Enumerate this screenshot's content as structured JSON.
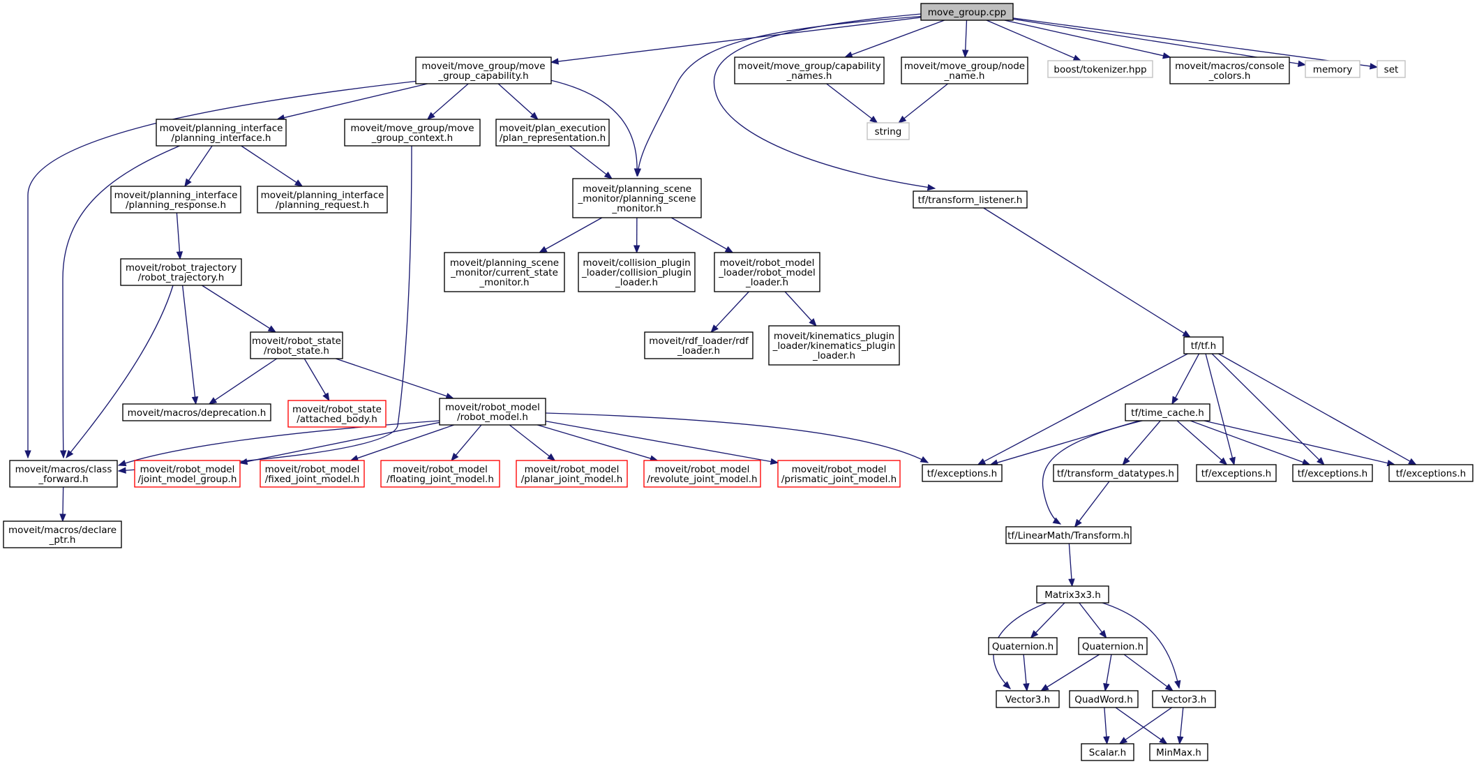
{
  "colors": {
    "edge": "#191970",
    "node_border_default": "#000000",
    "node_border_missing": "#bfbfbf",
    "node_border_truncated": "#ff0000",
    "root_fill": "#bfbfbf",
    "node_fill": "#ffffff"
  },
  "nodes": [
    {
      "id": "move_group_cpp",
      "lines": [
        "move_group.cpp"
      ],
      "style": "root"
    },
    {
      "id": "move_group_capability_h",
      "lines": [
        "moveit/move_group/move",
        "_group_capability.h"
      ],
      "style": "normal"
    },
    {
      "id": "capability_names_h",
      "lines": [
        "moveit/move_group/capability",
        "_names.h"
      ],
      "style": "normal"
    },
    {
      "id": "node_name_h",
      "lines": [
        "moveit/move_group/node",
        "_name.h"
      ],
      "style": "normal"
    },
    {
      "id": "boost_tokenizer_hpp",
      "lines": [
        "boost/tokenizer.hpp"
      ],
      "style": "missing"
    },
    {
      "id": "console_colors_h",
      "lines": [
        "moveit/macros/console",
        "_colors.h"
      ],
      "style": "normal"
    },
    {
      "id": "memory",
      "lines": [
        "memory"
      ],
      "style": "missing"
    },
    {
      "id": "set",
      "lines": [
        "set"
      ],
      "style": "missing"
    },
    {
      "id": "string",
      "lines": [
        "string"
      ],
      "style": "missing"
    },
    {
      "id": "planning_interface_h",
      "lines": [
        "moveit/planning_interface",
        "/planning_interface.h"
      ],
      "style": "normal"
    },
    {
      "id": "move_group_context_h",
      "lines": [
        "moveit/move_group/move",
        "_group_context.h"
      ],
      "style": "normal"
    },
    {
      "id": "plan_representation_h",
      "lines": [
        "moveit/plan_execution",
        "/plan_representation.h"
      ],
      "style": "normal"
    },
    {
      "id": "planning_scene_monitor_h",
      "lines": [
        "moveit/planning_scene",
        "_monitor/planning_scene",
        "_monitor.h"
      ],
      "style": "normal"
    },
    {
      "id": "transform_listener_h",
      "lines": [
        "tf/transform_listener.h"
      ],
      "style": "normal"
    },
    {
      "id": "planning_response_h",
      "lines": [
        "moveit/planning_interface",
        "/planning_response.h"
      ],
      "style": "normal"
    },
    {
      "id": "planning_request_h",
      "lines": [
        "moveit/planning_interface",
        "/planning_request.h"
      ],
      "style": "normal"
    },
    {
      "id": "robot_trajectory_h",
      "lines": [
        "moveit/robot_trajectory",
        "/robot_trajectory.h"
      ],
      "style": "normal"
    },
    {
      "id": "current_state_monitor_h",
      "lines": [
        "moveit/planning_scene",
        "_monitor/current_state",
        "_monitor.h"
      ],
      "style": "normal"
    },
    {
      "id": "collision_plugin_loader_h",
      "lines": [
        "moveit/collision_plugin",
        "_loader/collision_plugin",
        "_loader.h"
      ],
      "style": "normal"
    },
    {
      "id": "robot_model_loader_h",
      "lines": [
        "moveit/robot_model",
        "_loader/robot_model",
        "_loader.h"
      ],
      "style": "normal"
    },
    {
      "id": "robot_state_h",
      "lines": [
        "moveit/robot_state",
        "/robot_state.h"
      ],
      "style": "normal"
    },
    {
      "id": "rdf_loader_h",
      "lines": [
        "moveit/rdf_loader/rdf",
        "_loader.h"
      ],
      "style": "normal"
    },
    {
      "id": "kinematics_plugin_loader_h",
      "lines": [
        "moveit/kinematics_plugin",
        "_loader/kinematics_plugin",
        "_loader.h"
      ],
      "style": "normal"
    },
    {
      "id": "tf_h",
      "lines": [
        "tf/tf.h"
      ],
      "style": "normal"
    },
    {
      "id": "deprecation_h",
      "lines": [
        "moveit/macros/deprecation.h"
      ],
      "style": "normal"
    },
    {
      "id": "attached_body_h",
      "lines": [
        "moveit/robot_state",
        "/attached_body.h"
      ],
      "style": "truncated"
    },
    {
      "id": "robot_model_h",
      "lines": [
        "moveit/robot_model",
        "/robot_model.h"
      ],
      "style": "normal"
    },
    {
      "id": "time_cache_h",
      "lines": [
        "tf/time_cache.h"
      ],
      "style": "normal"
    },
    {
      "id": "class_forward_h",
      "lines": [
        "moveit/macros/class",
        "_forward.h"
      ],
      "style": "normal"
    },
    {
      "id": "joint_model_group_h",
      "lines": [
        "moveit/robot_model",
        "/joint_model_group.h"
      ],
      "style": "truncated"
    },
    {
      "id": "fixed_joint_model_h",
      "lines": [
        "moveit/robot_model",
        "/fixed_joint_model.h"
      ],
      "style": "truncated"
    },
    {
      "id": "floating_joint_model_h",
      "lines": [
        "moveit/robot_model",
        "/floating_joint_model.h"
      ],
      "style": "truncated"
    },
    {
      "id": "planar_joint_model_h",
      "lines": [
        "moveit/robot_model",
        "/planar_joint_model.h"
      ],
      "style": "truncated"
    },
    {
      "id": "revolute_joint_model_h",
      "lines": [
        "moveit/robot_model",
        "/revolute_joint_model.h"
      ],
      "style": "truncated"
    },
    {
      "id": "prismatic_joint_model_h",
      "lines": [
        "moveit/robot_model",
        "/prismatic_joint_model.h"
      ],
      "style": "truncated"
    },
    {
      "id": "tf_exceptions_1",
      "lines": [
        "tf/exceptions.h"
      ],
      "style": "normal"
    },
    {
      "id": "transform_datatypes_h",
      "lines": [
        "tf/transform_datatypes.h"
      ],
      "style": "normal"
    },
    {
      "id": "tf_exceptions_2",
      "lines": [
        "tf/exceptions.h"
      ],
      "style": "normal"
    },
    {
      "id": "tf_exceptions_3",
      "lines": [
        "tf/exceptions.h"
      ],
      "style": "normal"
    },
    {
      "id": "tf_exceptions_4",
      "lines": [
        "tf/exceptions.h"
      ],
      "style": "normal"
    },
    {
      "id": "declare_ptr_h",
      "lines": [
        "moveit/macros/declare",
        "_ptr.h"
      ],
      "style": "normal"
    },
    {
      "id": "linearmath_transform_h",
      "lines": [
        "tf/LinearMath/Transform.h"
      ],
      "style": "normal"
    },
    {
      "id": "matrix3x3_h",
      "lines": [
        "Matrix3x3.h"
      ],
      "style": "normal"
    },
    {
      "id": "quaternion_h_1",
      "lines": [
        "Quaternion.h"
      ],
      "style": "normal"
    },
    {
      "id": "quaternion_h_2",
      "lines": [
        "Quaternion.h"
      ],
      "style": "normal"
    },
    {
      "id": "vector3_h_1",
      "lines": [
        "Vector3.h"
      ],
      "style": "normal"
    },
    {
      "id": "quadword_h",
      "lines": [
        "QuadWord.h"
      ],
      "style": "normal"
    },
    {
      "id": "vector3_h_2",
      "lines": [
        "Vector3.h"
      ],
      "style": "normal"
    },
    {
      "id": "scalar_h",
      "lines": [
        "Scalar.h"
      ],
      "style": "normal"
    },
    {
      "id": "minmax_h",
      "lines": [
        "MinMax.h"
      ],
      "style": "normal"
    }
  ],
  "edges": [
    [
      "move_group_cpp",
      "move_group_capability_h"
    ],
    [
      "move_group_cpp",
      "capability_names_h"
    ],
    [
      "move_group_cpp",
      "node_name_h"
    ],
    [
      "move_group_cpp",
      "boost_tokenizer_hpp"
    ],
    [
      "move_group_cpp",
      "console_colors_h"
    ],
    [
      "move_group_cpp",
      "memory"
    ],
    [
      "move_group_cpp",
      "set"
    ],
    [
      "move_group_cpp",
      "planning_scene_monitor_h"
    ],
    [
      "move_group_cpp",
      "transform_listener_h"
    ],
    [
      "move_group_capability_h",
      "planning_interface_h"
    ],
    [
      "move_group_capability_h",
      "move_group_context_h"
    ],
    [
      "move_group_capability_h",
      "plan_representation_h"
    ],
    [
      "move_group_capability_h",
      "planning_scene_monitor_h"
    ],
    [
      "move_group_capability_h",
      "class_forward_h"
    ],
    [
      "capability_names_h",
      "string"
    ],
    [
      "node_name_h",
      "string"
    ],
    [
      "planning_interface_h",
      "planning_response_h"
    ],
    [
      "planning_interface_h",
      "planning_request_h"
    ],
    [
      "planning_interface_h",
      "class_forward_h"
    ],
    [
      "move_group_context_h",
      "class_forward_h"
    ],
    [
      "plan_representation_h",
      "planning_scene_monitor_h"
    ],
    [
      "planning_scene_monitor_h",
      "current_state_monitor_h"
    ],
    [
      "planning_scene_monitor_h",
      "collision_plugin_loader_h"
    ],
    [
      "planning_scene_monitor_h",
      "robot_model_loader_h"
    ],
    [
      "transform_listener_h",
      "tf_h"
    ],
    [
      "planning_response_h",
      "robot_trajectory_h"
    ],
    [
      "robot_trajectory_h",
      "robot_state_h"
    ],
    [
      "robot_trajectory_h",
      "deprecation_h"
    ],
    [
      "robot_trajectory_h",
      "class_forward_h"
    ],
    [
      "robot_model_loader_h",
      "rdf_loader_h"
    ],
    [
      "robot_model_loader_h",
      "kinematics_plugin_loader_h"
    ],
    [
      "robot_state_h",
      "deprecation_h"
    ],
    [
      "robot_state_h",
      "attached_body_h"
    ],
    [
      "robot_state_h",
      "robot_model_h"
    ],
    [
      "tf_h",
      "tf_exceptions_1"
    ],
    [
      "tf_h",
      "time_cache_h"
    ],
    [
      "tf_h",
      "tf_exceptions_2"
    ],
    [
      "tf_h",
      "tf_exceptions_3"
    ],
    [
      "tf_h",
      "tf_exceptions_4"
    ],
    [
      "robot_model_h",
      "class_forward_h"
    ],
    [
      "robot_model_h",
      "joint_model_group_h"
    ],
    [
      "robot_model_h",
      "fixed_joint_model_h"
    ],
    [
      "robot_model_h",
      "floating_joint_model_h"
    ],
    [
      "robot_model_h",
      "planar_joint_model_h"
    ],
    [
      "robot_model_h",
      "revolute_joint_model_h"
    ],
    [
      "robot_model_h",
      "prismatic_joint_model_h"
    ],
    [
      "robot_model_h",
      "tf_exceptions_1"
    ],
    [
      "time_cache_h",
      "tf_exceptions_1"
    ],
    [
      "time_cache_h",
      "transform_datatypes_h"
    ],
    [
      "time_cache_h",
      "tf_exceptions_2"
    ],
    [
      "time_cache_h",
      "tf_exceptions_3"
    ],
    [
      "time_cache_h",
      "tf_exceptions_4"
    ],
    [
      "time_cache_h",
      "linearmath_transform_h"
    ],
    [
      "class_forward_h",
      "declare_ptr_h"
    ],
    [
      "transform_datatypes_h",
      "linearmath_transform_h"
    ],
    [
      "linearmath_transform_h",
      "matrix3x3_h"
    ],
    [
      "matrix3x3_h",
      "quaternion_h_1"
    ],
    [
      "matrix3x3_h",
      "quaternion_h_2"
    ],
    [
      "matrix3x3_h",
      "vector3_h_1"
    ],
    [
      "matrix3x3_h",
      "vector3_h_2"
    ],
    [
      "quaternion_h_1",
      "vector3_h_1"
    ],
    [
      "quaternion_h_2",
      "vector3_h_1"
    ],
    [
      "quaternion_h_2",
      "quadword_h"
    ],
    [
      "quaternion_h_2",
      "vector3_h_2"
    ],
    [
      "quadword_h",
      "scalar_h"
    ],
    [
      "quadword_h",
      "minmax_h"
    ],
    [
      "vector3_h_2",
      "scalar_h"
    ],
    [
      "vector3_h_2",
      "minmax_h"
    ]
  ]
}
